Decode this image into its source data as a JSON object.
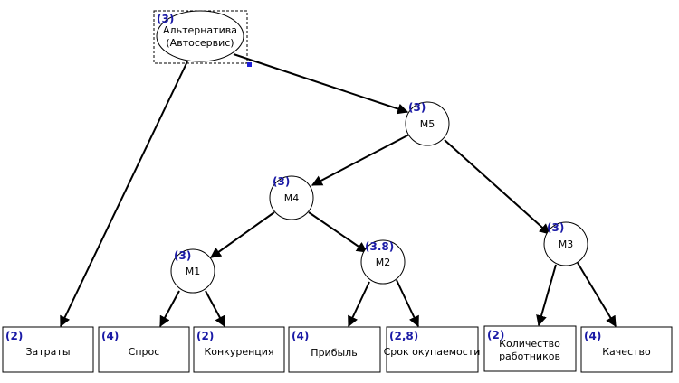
{
  "root": {
    "label_line1": "Альтернатива",
    "label_line2": "(Автосервис)",
    "score": "(3)"
  },
  "nodes": {
    "m5": {
      "label": "M5",
      "score": "(3)"
    },
    "m4": {
      "label": "M4",
      "score": "(3)"
    },
    "m3": {
      "label": "M3",
      "score": "(3)"
    },
    "m1": {
      "label": "M1",
      "score": "(3)"
    },
    "m2": {
      "label": "M2",
      "score": "(3.8)"
    }
  },
  "leaves": {
    "zatraty": {
      "label": "Затраты",
      "score": "(2)"
    },
    "spros": {
      "label": "Спрос",
      "score": "(4)"
    },
    "konkurencia": {
      "label": "Конкуренция",
      "score": "(2)"
    },
    "pribyl": {
      "label": "Прибыль",
      "score": "(4)"
    },
    "srok": {
      "label": "Срок окупаемости",
      "score": "(2,8)"
    },
    "kolichestvo": {
      "label_line1": "Количество",
      "label_line2": "работников",
      "score": "(2)"
    },
    "kachestvo": {
      "label": "Качество",
      "score": "(4)"
    }
  },
  "colors": {
    "score": "#1a1aa6",
    "selection_handle": "#1f1fd6"
  }
}
